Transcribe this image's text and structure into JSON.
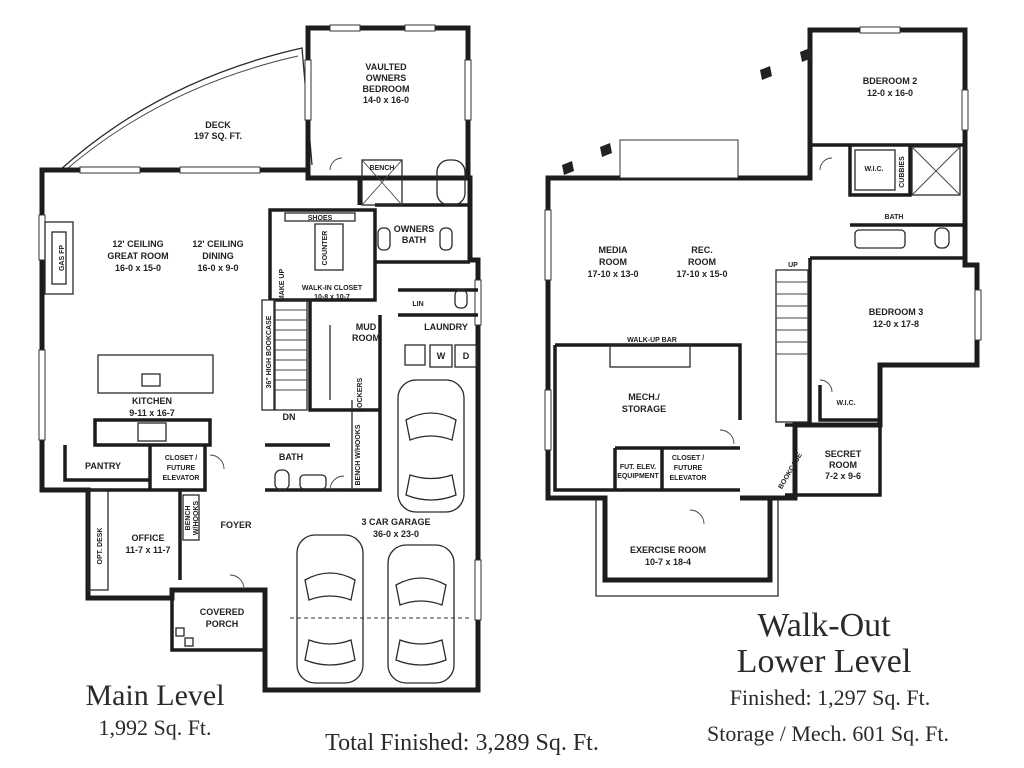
{
  "main_level": {
    "title": "Main Level",
    "area": "1,992 Sq. Ft.",
    "rooms": {
      "deck": [
        "DECK",
        "197 SQ. FT."
      ],
      "owners_bedroom": [
        "VAULTED",
        "OWNERS",
        "BEDROOM",
        "14-0 x 16-0"
      ],
      "bench": "BENCH",
      "owners_bath": [
        "OWNERS",
        "BATH"
      ],
      "shoes": "SHOES",
      "counter": "COUNTER",
      "make_up": "MAKE UP",
      "walk_in_closet": [
        "WALK-IN CLOSET",
        "10-8 x 10-7"
      ],
      "lin": "LIN",
      "laundry": "LAUNDRY",
      "washer": "W",
      "dryer": "D",
      "great_room": [
        "12' CEILING",
        "GREAT ROOM",
        "16-0 x 15-0"
      ],
      "dining": [
        "12' CEILING",
        "DINING",
        "16-0 x 9-0"
      ],
      "gas_fp": "GAS FP",
      "bookcase": "36\" HIGH BOOKCASE",
      "mud_room": [
        "MUD",
        "ROOM"
      ],
      "lockers": "LOCKERS",
      "dn": "DN",
      "kitchen": [
        "KITCHEN",
        "9-11 x 16-7"
      ],
      "bench_hooks": "BENCH W/HOOKS",
      "bath": "BATH",
      "pantry": "PANTRY",
      "closet_elevator": [
        "CLOSET /",
        "FUTURE",
        "ELEVATOR"
      ],
      "bench_w_hooks": [
        "BENCH",
        "W/HOOKS"
      ],
      "opt_desk": "OPT. DESK",
      "office": [
        "OFFICE",
        "11-7 x 11-7"
      ],
      "foyer": "FOYER",
      "garage": [
        "3 CAR GARAGE",
        "36-0 x 23-0"
      ],
      "covered_porch": [
        "COVERED",
        "PORCH"
      ]
    }
  },
  "lower_level": {
    "title_line1": "Walk-Out",
    "title_line2": "Lower Level",
    "finished": "Finished: 1,297 Sq. Ft.",
    "storage": "Storage / Mech. 601 Sq. Ft.",
    "rooms": {
      "bedroom2": [
        "BDEROOM 2",
        "12-0 x 16-0"
      ],
      "wic_upper": "W.I.C.",
      "cubbies": "CUBBIES",
      "bath": "BATH",
      "media_room": [
        "MEDIA",
        "ROOM",
        "17-10 x 13-0"
      ],
      "rec_room": [
        "REC.",
        "ROOM",
        "17-10 x 15-0"
      ],
      "up": "UP",
      "bedroom3": [
        "BEDROOM 3",
        "12-0 x 17-8"
      ],
      "walk_up_bar": "WALK-UP BAR",
      "mech_storage": [
        "MECH./",
        "STORAGE"
      ],
      "wic_lower": "W.I.C.",
      "bookcase": "BOOKCASE",
      "secret_room": [
        "SECRET",
        "ROOM",
        "7-2 x 9-6"
      ],
      "fut_elev": [
        "FUT. ELEV.",
        "EQUIPMENT"
      ],
      "closet_elevator": [
        "CLOSET /",
        "FUTURE",
        "ELEVATOR"
      ],
      "exercise_room": [
        "EXERCISE ROOM",
        "10-7 x 18-4"
      ]
    }
  },
  "total": "Total Finished: 3,289 Sq. Ft."
}
